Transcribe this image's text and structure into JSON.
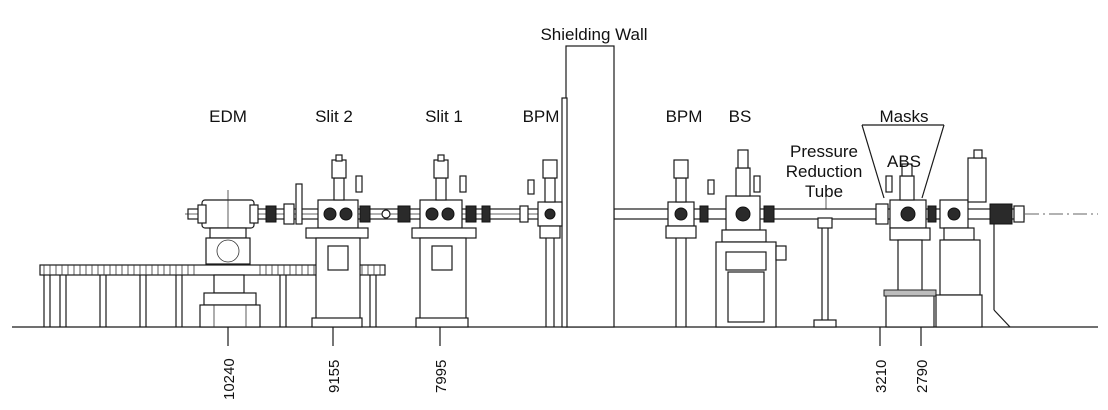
{
  "labels": {
    "shielding_wall": "Shielding Wall",
    "edm": "EDM",
    "slit2": "Slit 2",
    "slit1": "Slit 1",
    "bpm_left": "BPM",
    "bpm_right": "BPM",
    "bs": "BS",
    "pressure_line1": "Pressure",
    "pressure_line2": "Reduction",
    "pressure_line3": "Tube",
    "masks": "Masks",
    "abs": "ABS"
  },
  "dimensions": {
    "d10240": "10240",
    "d9155": "9155",
    "d7995": "7995",
    "d3210": "3210",
    "d2790": "2790"
  }
}
